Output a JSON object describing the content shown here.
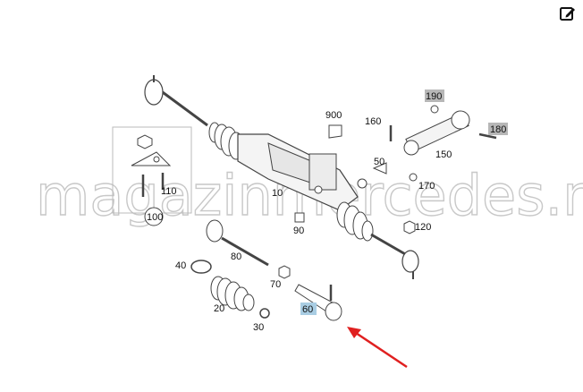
{
  "toolbar": {
    "edit_icon": "edit-icon"
  },
  "diagram": {
    "labels": {
      "p10": "10",
      "p20": "20",
      "p30": "30",
      "p40": "40",
      "p50": "50",
      "p60": "60",
      "p70": "70",
      "p80": "80",
      "p90": "90",
      "p100": "100",
      "p110": "110",
      "p120": "120",
      "p150": "150",
      "p160": "160",
      "p170": "170",
      "p180": "180",
      "p190": "190",
      "p900": "900"
    },
    "watermark": "magazinmercedes.ru",
    "highlight_color": "#a9cde3",
    "grey_tag_color": "#b7b7b7",
    "arrow_color": "#e02020"
  }
}
